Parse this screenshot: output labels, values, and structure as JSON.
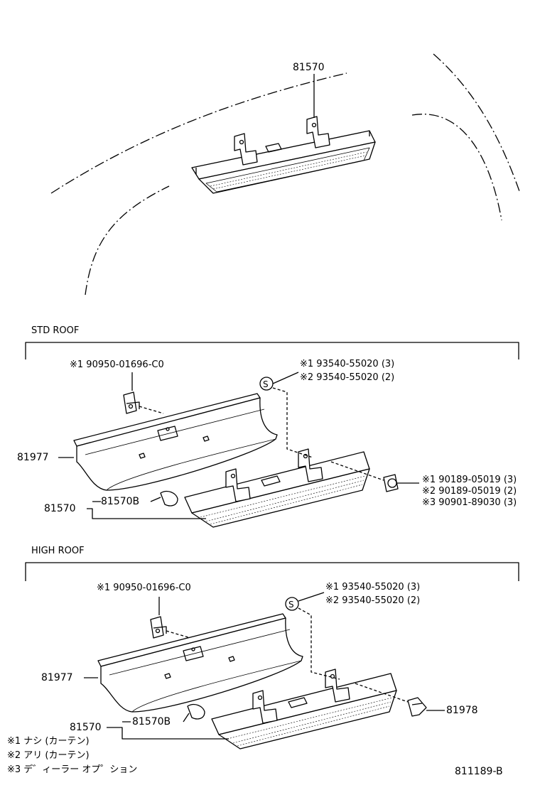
{
  "top": {
    "part": "81570"
  },
  "std_roof": {
    "title": "STD ROOF",
    "clip_label": "※1 90950-01696-C0",
    "screw_labels": [
      "※1  93540-55020 (3)",
      "※2  93540-55020 (2)"
    ],
    "screw_symbol": "S",
    "lens": "81977",
    "assembly": "81570",
    "bulb": "81570B",
    "right_labels": [
      "※1  90189-05019 (3)",
      "※2  90189-05019 (2)",
      "※3  90901-89030 (3)"
    ]
  },
  "high_roof": {
    "title": "HIGH ROOF",
    "clip_label": "※1 90950-01696-C0",
    "screw_labels": [
      "※1   93540-55020 (3)",
      "※2   93540-55020 (2)"
    ],
    "screw_symbol": "S",
    "lens": "81977",
    "assembly": "81570",
    "bulb": "81570B",
    "clip_right": "81978"
  },
  "notes": [
    "※1  ナシ (カーテン)",
    "※2  アリ (カーテン)",
    "※3  デ゛ィーラー  オプ゜ション"
  ],
  "diagram_id": "811189-B"
}
